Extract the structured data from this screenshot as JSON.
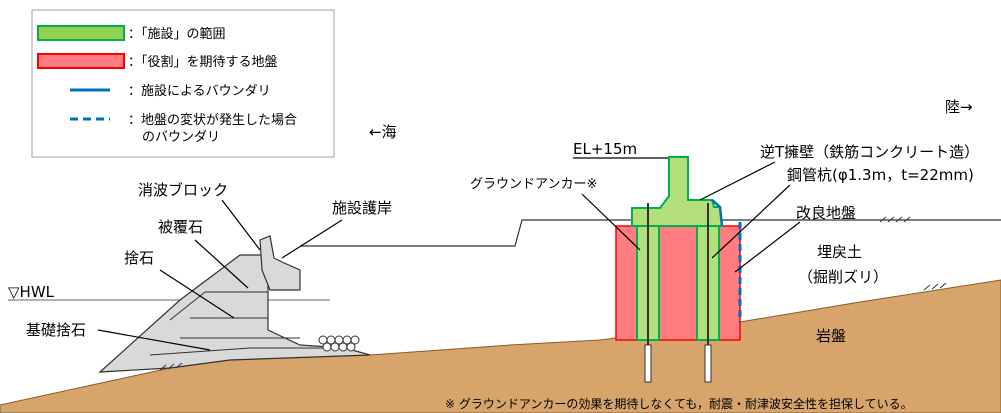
{
  "legend": {
    "items": [
      {
        "label": "：「施設」の範囲",
        "swatch": "facility-area",
        "color": "#92d050"
      },
      {
        "label": "：「役割」を期待する地盤",
        "swatch": "role-ground",
        "color": "#ff7c80"
      },
      {
        "label": "：施設によるバウンダリ",
        "swatch": "solid-line",
        "color": "#0070c0"
      },
      {
        "label_lines": [
          "：地盤の変状が発生した場合",
          "のバウンダリ"
        ],
        "swatch": "dashed-line",
        "color": "#0070c0"
      }
    ]
  },
  "directions": {
    "sea": "←海",
    "land": "陸→"
  },
  "labels": {
    "wave_block": "消波ブロック",
    "revetment": "施設護岸",
    "armor_stone": "被覆石",
    "rubble": "捨石",
    "hwl": "▽HWL",
    "foundation_rubble": "基礎捨石",
    "elevation": "EL+15m",
    "ground_anchor": "グラウンドアンカー※",
    "retaining_wall": "逆T擁壁（鉄筋コンクリート造）",
    "steel_pile": "鋼管杭(φ1.3m，t=22mm)",
    "improved_ground": "改良地盤",
    "backfill": "埋戻土",
    "backfill_sub": "（掘削ズリ）",
    "bedrock": "岩盤"
  },
  "footnote": "※ グラウンドアンカーの効果を期待しなくても，耐震・耐津波安全性を担保している。",
  "colors": {
    "facility_green": "#92d050",
    "role_red": "#ff7c80",
    "boundary_blue": "#0070c0",
    "bedrock": "#d7a46c",
    "concrete": "#d0d0d0"
  }
}
